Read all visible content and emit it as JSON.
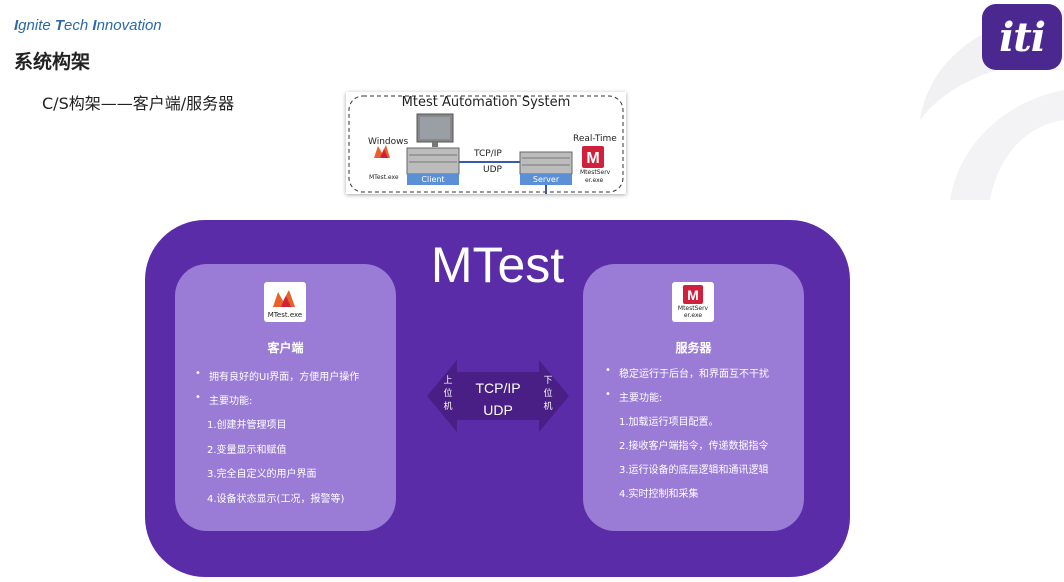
{
  "header": {
    "brand_parts": [
      "I",
      "gnite ",
      "T",
      "ech ",
      "I",
      "nnovation"
    ],
    "title": "系统构架",
    "subtitle": "C/S构架——客户端/服务器",
    "logo_text": "iti"
  },
  "system_diagram": {
    "title": "Mtest Automation System",
    "left_os": "Windows",
    "left_exe": "MTest.exe",
    "client_label": "Client",
    "protocol_top": "TCP/IP",
    "protocol_bottom": "UDP",
    "server_label": "Server",
    "right_os": "Real-Time",
    "right_exe_line1": "MtestServ",
    "right_exe_line2": "er.exe"
  },
  "main": {
    "title": "MTest",
    "client": {
      "icon_caption": "MTest.exe",
      "heading": "客户端",
      "bullet1": "拥有良好的UI界面，方便用户操作",
      "bullet2": "主要功能:",
      "items": [
        "1.创建并管理项目",
        "2.变量显示和赋值",
        "3.完全自定义的用户界面",
        "4.设备状态显示(工况，报警等)"
      ]
    },
    "server": {
      "icon_caption_line1": "MtestServ",
      "icon_caption_line2": "er.exe",
      "heading": "服务器",
      "bullet1": "稳定运行于后台，和界面互不干扰",
      "bullet2": "主要功能:",
      "items": [
        "1.加载运行项目配置。",
        "2.接收客户端指令，传递数据指令",
        "3.运行设备的底层逻辑和通讯逻辑",
        "4.实时控制和采集"
      ]
    },
    "link": {
      "protocol_top": "TCP/IP",
      "protocol_bottom": "UDP",
      "left_side": [
        "上",
        "位",
        "机"
      ],
      "right_side": [
        "下",
        "位",
        "机"
      ]
    }
  },
  "colors": {
    "purple_dark": "#5a2ca8",
    "purple_card": "#9a7bd6",
    "arrow": "#4a1f85",
    "brand_blue": "#2a6aa8",
    "logo_bg": "#4a2890",
    "exe_red": "#d0203c",
    "exe_orange": "#e8602a"
  }
}
